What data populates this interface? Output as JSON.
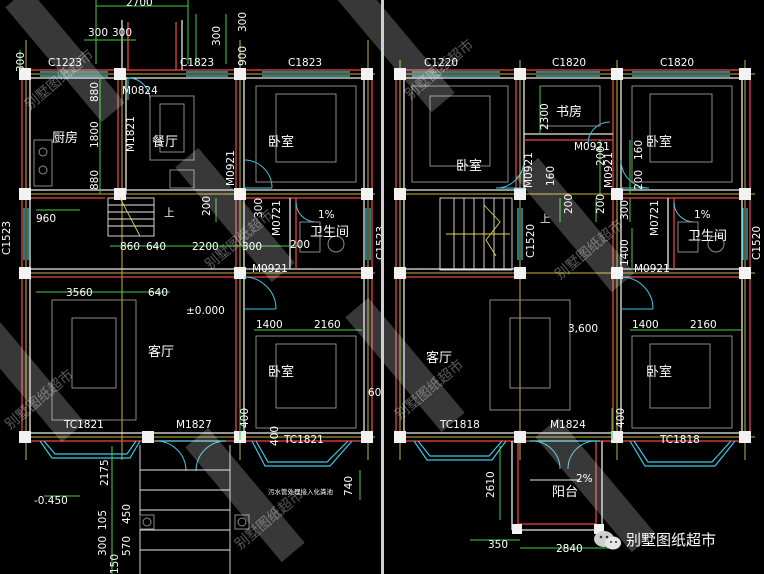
{
  "left_plan": {
    "rooms": {
      "kitchen": "厨房",
      "dining": "餐厅",
      "bedroom_top": "卧室",
      "bathroom": "卫生间",
      "living": "客厅",
      "bedroom_bottom": "卧室"
    },
    "windows": {
      "w1": "C1223",
      "w2": "C1823",
      "w3": "C1823",
      "w4": "TC1821",
      "w5": "TC1821",
      "side_left": "C1523",
      "side_right": "C1523"
    },
    "doors": {
      "d1": "M0824",
      "d2": "M1821",
      "d3": "M0921",
      "d4": "M0721",
      "d5": "M0921",
      "d6": "M1827"
    },
    "dims": {
      "top1": "2700",
      "top2": "300",
      "top3": "300",
      "top4": "300",
      "top5": "900",
      "top6": "300",
      "left1": "300",
      "k1": "880",
      "k2": "1800",
      "k3": "880",
      "a1": "960",
      "a2": "860",
      "a3": "640",
      "a4": "2200",
      "a5": "300",
      "a6": "200",
      "a7": "300",
      "a8": "200",
      "a9": "3560",
      "a10": "640",
      "a11": "1400",
      "a12": "2160",
      "a13": "400",
      "a14": "400",
      "a15": "740",
      "a16": "2175",
      "a17": "300",
      "a18": "105",
      "a19": "450",
      "a20": "150",
      "a21": "570",
      "a22": "1%",
      "a23": "60"
    },
    "level": "±0.000",
    "level2": "-0.450",
    "up": "上",
    "note": "污水管处理接入化粪池"
  },
  "right_plan": {
    "rooms": {
      "study": "书房",
      "bedroom_tl": "卧室",
      "bedroom_tr": "卧室",
      "bathroom": "卫生间",
      "living": "客厅",
      "bedroom_br": "卧室",
      "balcony": "阳台"
    },
    "windows": {
      "w1": "C1220",
      "w2": "C1820",
      "w3": "C1820",
      "w4": "TC1818",
      "w5": "TC1818",
      "side_mid": "C1520",
      "side_right": "C1520"
    },
    "doors": {
      "d1": "M0921",
      "d2": "M0921",
      "d3": "M0921",
      "d4": "M0721",
      "d5": "M0921",
      "d6": "M1824"
    },
    "dims": {
      "b1": "2300",
      "b2": "160",
      "b3": "160",
      "b4": "200",
      "b5": "200",
      "b6": "200",
      "b7": "300",
      "b8": "1400",
      "b9": "3,600",
      "b10": "1400",
      "b11": "2160",
      "b12": "400",
      "b13": "2610",
      "b14": "350",
      "b15": "2840",
      "b16": "2%",
      "b17": "1%",
      "b18": "200"
    },
    "up": "上"
  },
  "watermark_text": "别墅图纸超市",
  "logo_text": "别墅图纸超市",
  "colors": {
    "background": "#000000",
    "wall_red": "#e8424a",
    "wall_white": "#e8e8e8",
    "axis_yellow": "#e6d640",
    "dim_green": "#3fd23f",
    "window_cyan": "#3cc8e0",
    "furniture_gray": "#8a8a8a"
  }
}
